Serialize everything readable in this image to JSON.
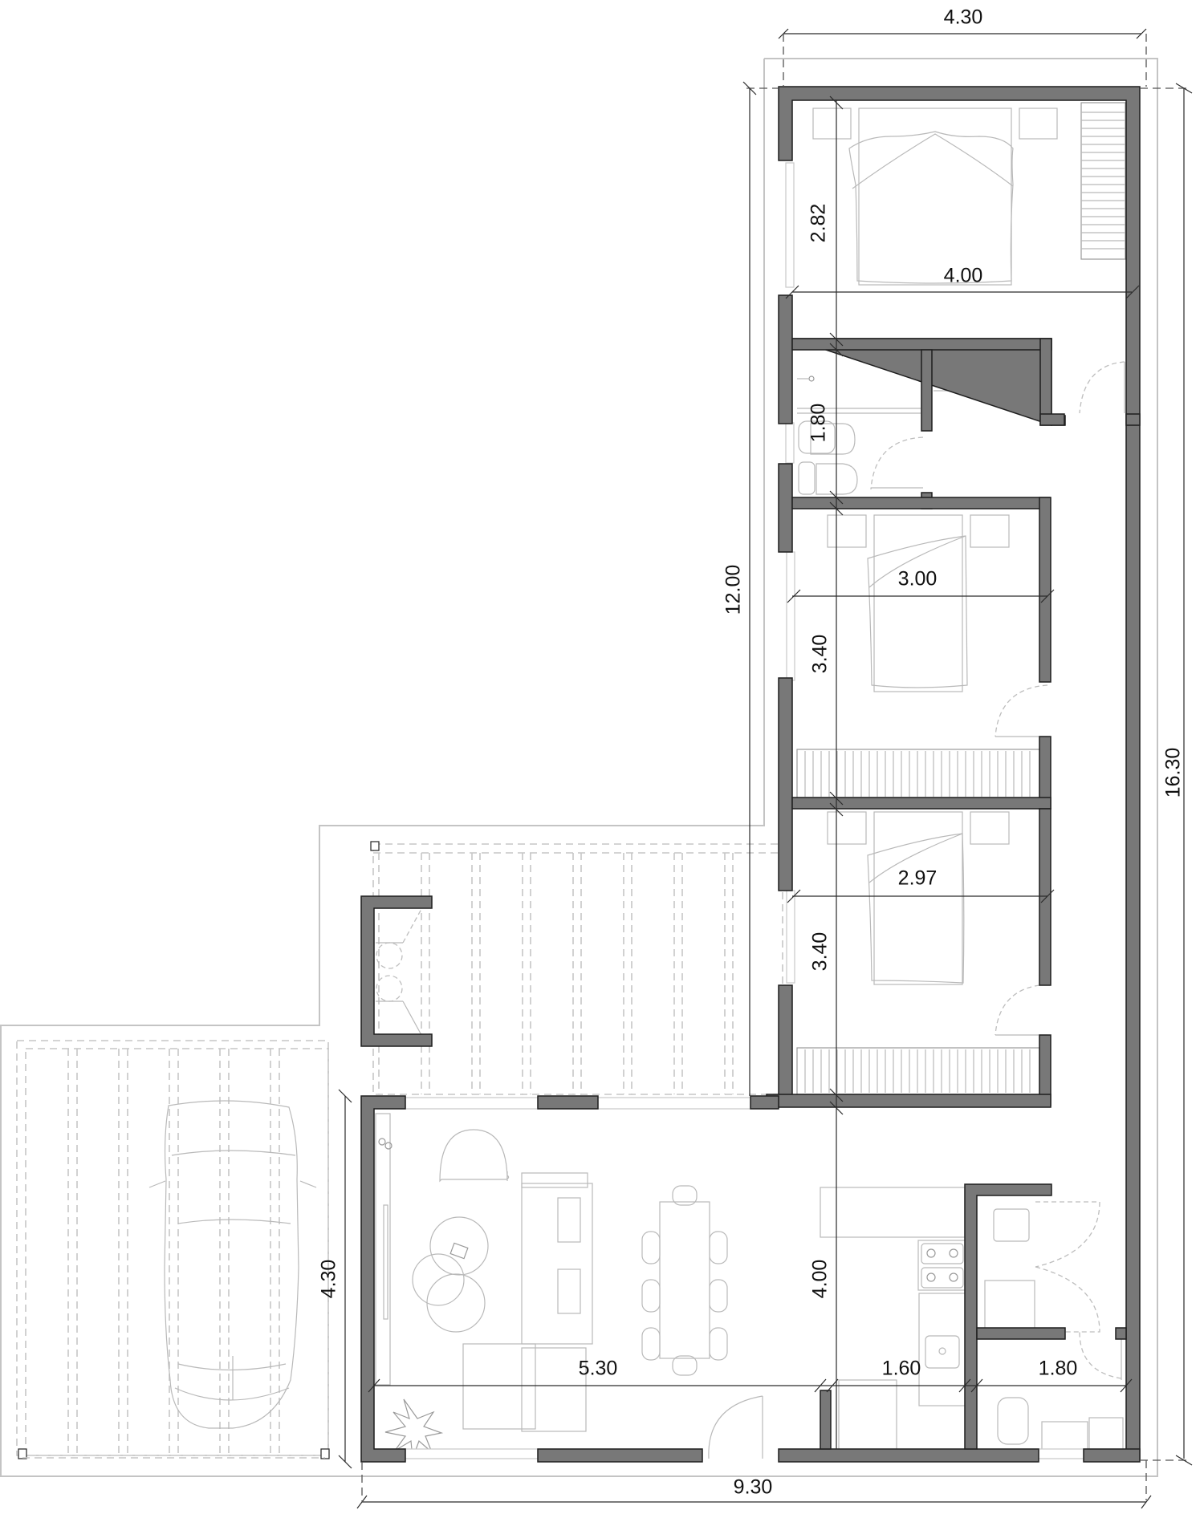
{
  "drawing": {
    "type": "architectural floor plan",
    "wall_color": "#787878",
    "line_color": "#2a2a2a",
    "furniture_color": "#b9b9b9"
  },
  "dimensions": {
    "top_width": "4.30",
    "right_total_height": "16.30",
    "bottom_total_width": "9.30",
    "left_living_height": "4.30",
    "wing_height": "12.00",
    "master_bedroom_height": "2.82",
    "master_bedroom_width": "4.00",
    "bathroom_height": "1.80",
    "bedroom2_width": "3.00",
    "bedroom2_height": "3.40",
    "bedroom3_width": "2.97",
    "bedroom3_height": "3.40",
    "living_width": "5.30",
    "living_height": "4.00",
    "kitchen_width": "1.60",
    "laundry_bath_width": "1.80"
  },
  "rooms": [
    {
      "name": "master-bedroom",
      "furniture": [
        "double-bed",
        "nightstand",
        "nightstand",
        "wardrobe"
      ]
    },
    {
      "name": "bathroom",
      "furniture": [
        "shower",
        "bidet",
        "toilet",
        "double-vanity"
      ]
    },
    {
      "name": "bedroom-2",
      "furniture": [
        "double-bed",
        "nightstand",
        "nightstand",
        "wardrobe"
      ]
    },
    {
      "name": "bedroom-3",
      "furniture": [
        "double-bed",
        "nightstand",
        "nightstand",
        "wardrobe"
      ]
    },
    {
      "name": "living-dining",
      "furniture": [
        "armchair",
        "sofa",
        "coffee-tables",
        "dining-table",
        "chairs",
        "tv-unit",
        "plant"
      ]
    },
    {
      "name": "kitchen",
      "furniture": [
        "island-counter",
        "cooktop",
        "sink"
      ]
    },
    {
      "name": "laundry",
      "furniture": [
        "sink",
        "washer"
      ]
    },
    {
      "name": "half-bath",
      "furniture": [
        "toilet",
        "washbasin"
      ]
    },
    {
      "name": "carport",
      "furniture": [
        "car"
      ]
    },
    {
      "name": "covered-terrace",
      "furniture": [
        "barbecue"
      ]
    }
  ]
}
